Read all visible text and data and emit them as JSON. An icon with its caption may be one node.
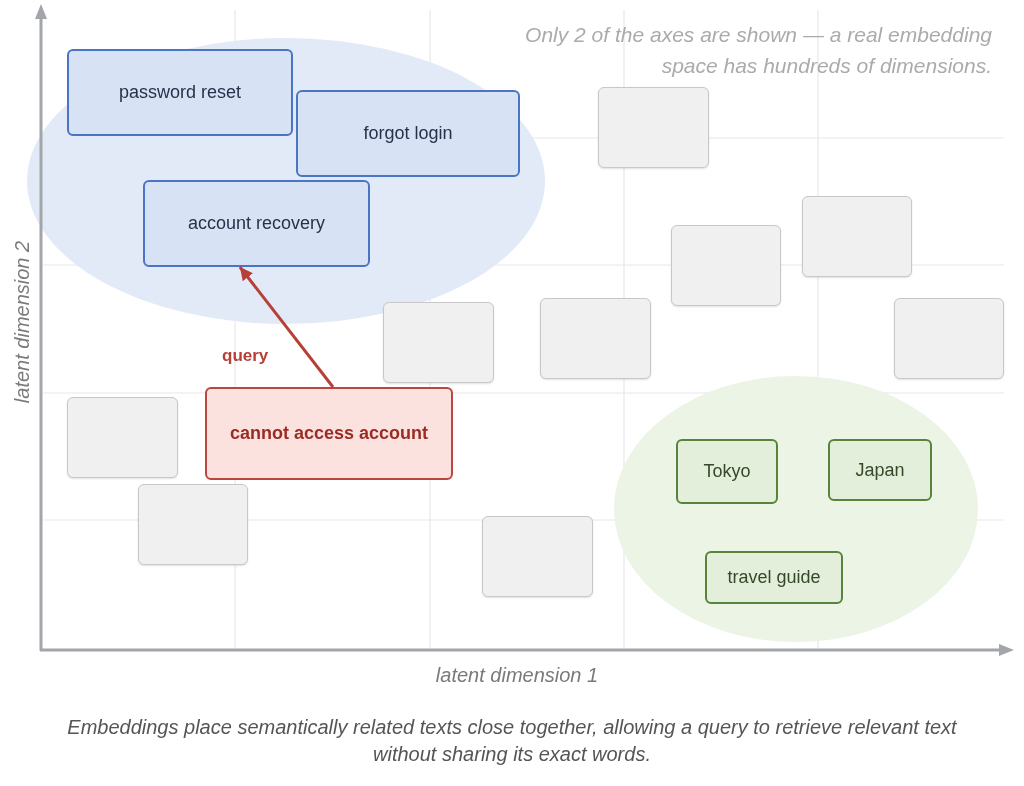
{
  "diagram": {
    "caption": "Embeddings place semantically related texts close together, allowing a query to retrieve relevant text without sharing its exact words.",
    "nodes": [
      {
        "text": [
          "password reset"
        ]
      },
      {
        "text": [],
        "shape": "box"
      },
      {
        "text": [
          "forgot login"
        ]
      },
      {
        "text": [
          "account recovery"
        ]
      },
      {
        "text": [],
        "shape": "box"
      },
      {
        "text": [],
        "shape": "box"
      },
      {
        "text": [],
        "shape": "box"
      },
      {
        "text": [],
        "shape": "box"
      },
      {
        "text": [],
        "shape": "box"
      },
      {
        "text": [
          "cannot access account"
        ]
      },
      {
        "text": [],
        "shape": "box"
      },
      {
        "text": [
          "Tokyo"
        ]
      },
      {
        "text": [
          "Japan"
        ]
      },
      {
        "text": [],
        "shape": "box"
      },
      {
        "text": [],
        "shape": "box"
      },
      {
        "text": [
          "travel guide"
        ]
      }
    ],
    "edges": [
      {
        "from": 9,
        "to": 3,
        "arrow": "to",
        "label": "query"
      }
    ],
    "labels": [
      "Only 2 of the axes are shown — a real embedding space has hundreds of dimensions.",
      "latent dimension 2",
      "latent dimension 1"
    ]
  }
}
